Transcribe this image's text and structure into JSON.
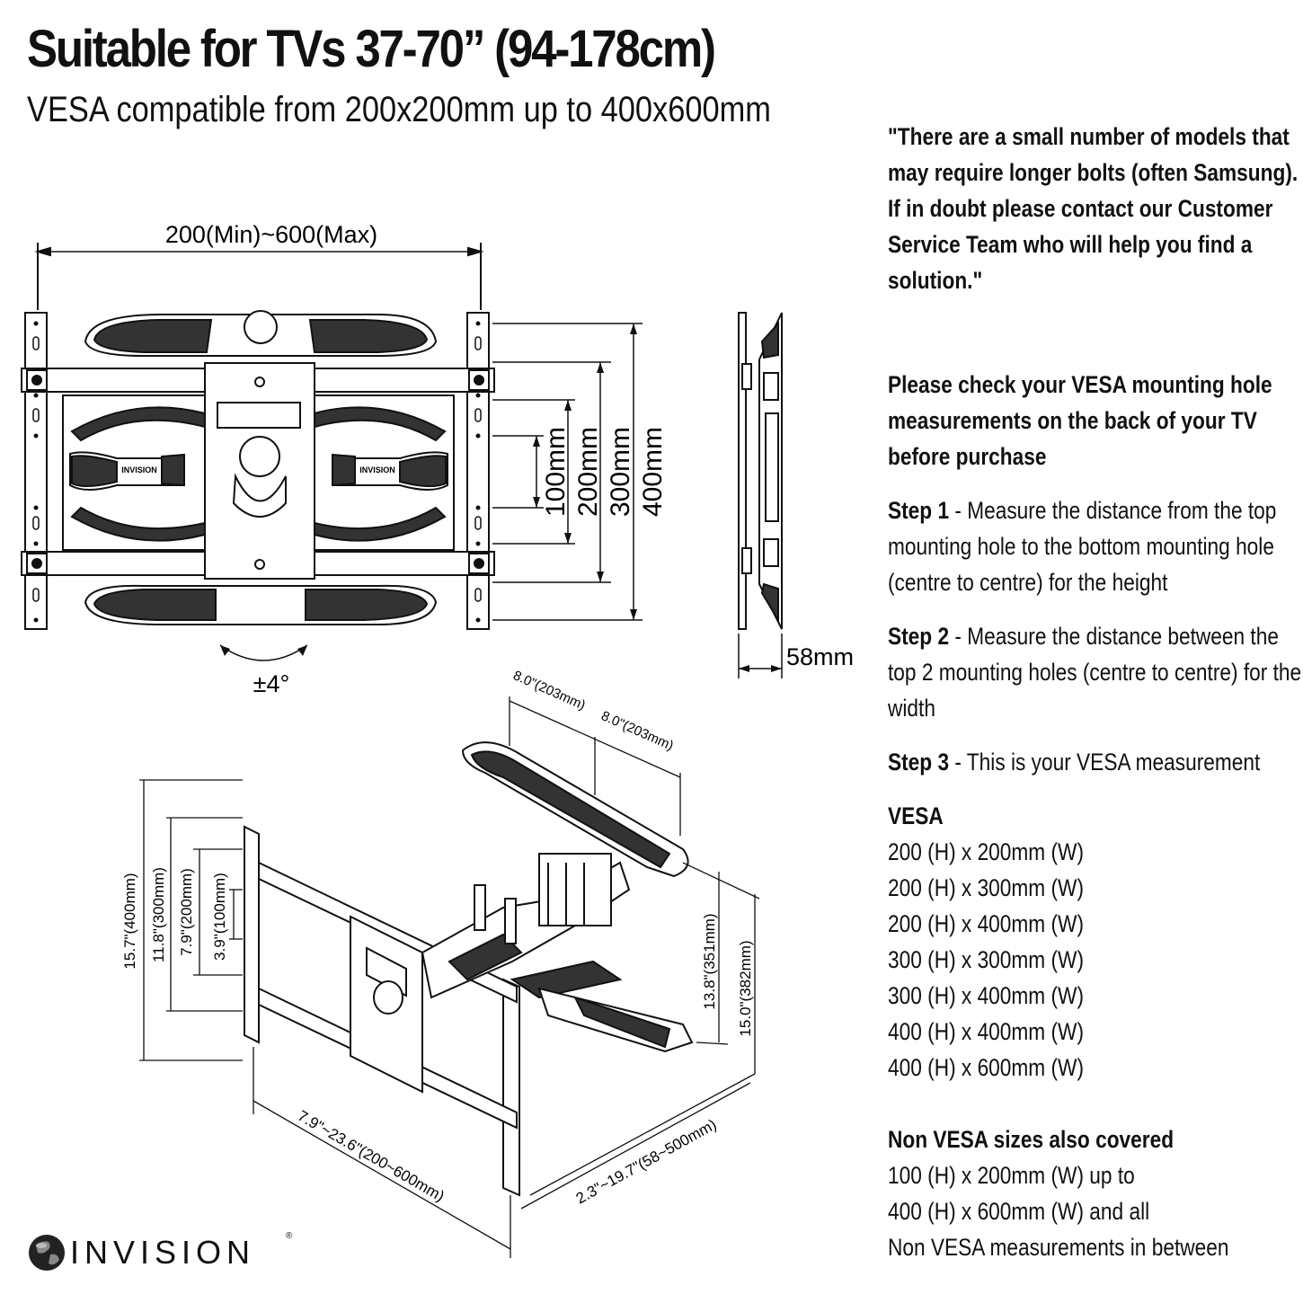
{
  "header": {
    "title": "Suitable for TVs 37-70” (94-178cm)",
    "subtitle": "VESA compatible from 200x200mm up to 400x600mm"
  },
  "notice": {
    "quote": "\"There are a small number of models that may require longer bolts (often Samsung). If in doubt please contact our Customer Service Team who will help you find a solution.\"",
    "check": "Please check your VESA mounting hole measurements on the back of your TV before purchase"
  },
  "steps": [
    {
      "label": "Step 1",
      "text": " - Measure the distance from the top mounting hole to the bottom mounting hole (centre to centre) for the height"
    },
    {
      "label": "Step 2",
      "text": " - Measure the distance between the top 2 mounting holes (centre to centre) for the width"
    },
    {
      "label": "Step 3",
      "text": " - This is your VESA measurement"
    }
  ],
  "vesa": {
    "heading": "VESA",
    "sizes": [
      "200 (H) x 200mm (W)",
      "200 (H) x 300mm (W)",
      "200 (H) x 400mm (W)",
      "300 (H) x 300mm (W)",
      "300 (H) x 400mm (W)",
      "400 (H) x 400mm (W)",
      "400 (H) x 600mm (W)"
    ]
  },
  "non_vesa": {
    "heading": "Non VESA sizes also covered",
    "lines": [
      "100 (H) x 200mm (W) up to",
      "400 (H) x 600mm (W) and all",
      "Non VESA measurements in between"
    ]
  },
  "diagram_front": {
    "width_label": "200(Min)~600(Max)",
    "heights": [
      "100mm",
      "200mm",
      "300mm",
      "400mm"
    ],
    "tilt_label": "±4°",
    "brand_on_arm": "INVISION"
  },
  "diagram_side": {
    "depth_label": "58mm"
  },
  "diagram_iso": {
    "arm_top_left": "8.0\"(203mm)",
    "arm_top_right": "8.0\"(203mm)",
    "height_labels": [
      "15.7\"(400mm)",
      "11.8\"(300mm)",
      "7.9\"(200mm)",
      "3.9\"(100mm)"
    ],
    "right_labels": [
      "13.8\"(351mm)",
      "15.0\"(382mm)"
    ],
    "width_label": "7.9\"~23.6\"(200~600mm)",
    "extension_label": "2.3\"~19.7\"(58~500mm)"
  },
  "logo": {
    "text": "INVISION",
    "reg": "®"
  }
}
